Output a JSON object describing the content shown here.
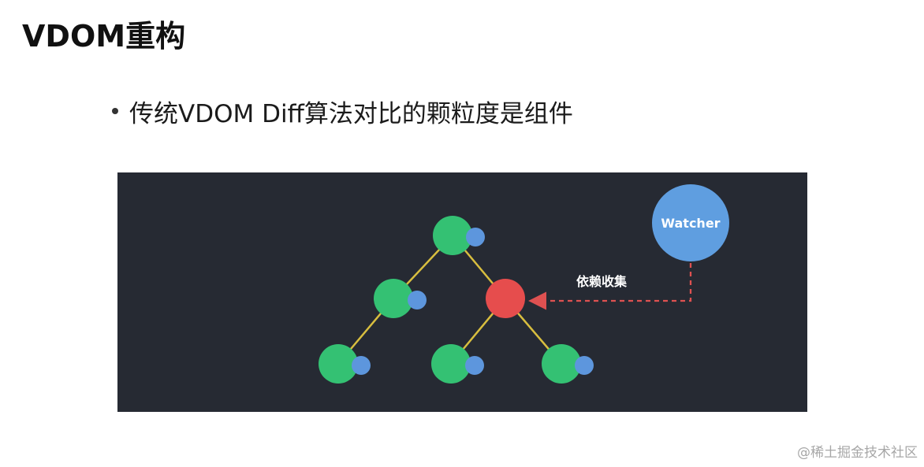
{
  "slide": {
    "title": "VDOM重构",
    "bullet": "传统VDOM Diff算法对比的颗粒度是组件"
  },
  "diagram": {
    "watcher_label": "Watcher",
    "dependency_label": "依赖收集",
    "colors": {
      "panel_background": "#262a33",
      "component_node": "#34c173",
      "watcher_dot": "#5d96dd",
      "changed_node": "#e64d4d",
      "watcher_circle": "#5f9ee0",
      "tree_edge": "#d8be3f",
      "dependency_arrow": "#de5151",
      "label_text": "#ffffff"
    }
  },
  "watermark": {
    "text": "@稀土掘金技术社区"
  }
}
